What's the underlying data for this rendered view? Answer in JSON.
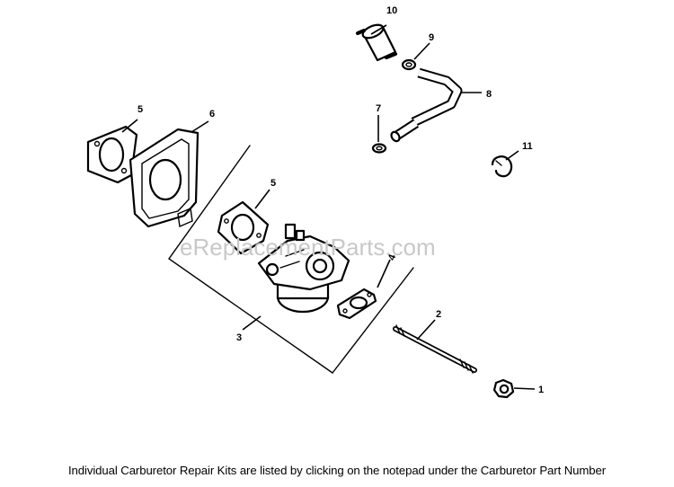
{
  "watermark": "eReplacementParts.com",
  "caption": "Individual Carburetor Repair Kits are listed by clicking on the notepad under the Carburetor Part Number",
  "callouts": {
    "c1": "1",
    "c2": "2",
    "c3": "3",
    "c4": "4",
    "c5a": "5",
    "c5b": "5",
    "c6": "6",
    "c7": "7",
    "c8": "8",
    "c9": "9",
    "c10": "10",
    "c11": "11"
  },
  "colors": {
    "line": "#000000",
    "watermark": "#c8c8c8",
    "background": "#ffffff"
  }
}
